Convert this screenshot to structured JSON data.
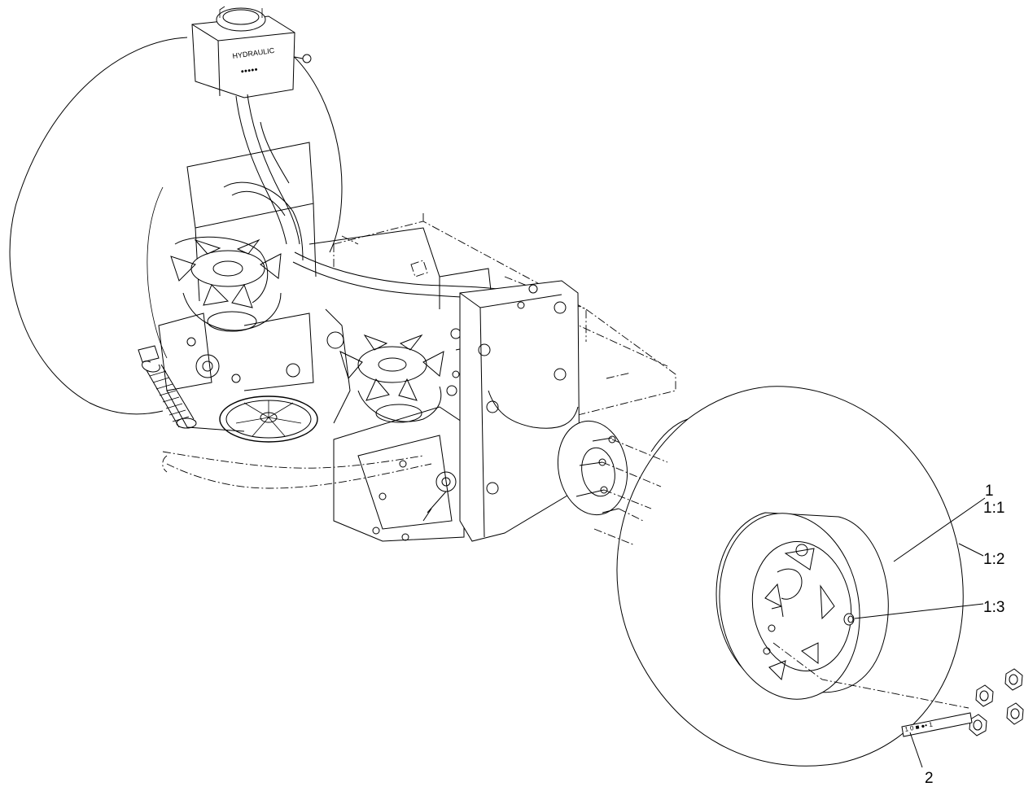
{
  "callouts": {
    "c1": "1",
    "c1_1": "1:1",
    "c1_2": "1:2",
    "c1_3": "1:3",
    "c2": "2"
  },
  "decal": {
    "text": "1 0 ■ ●• 1"
  }
}
